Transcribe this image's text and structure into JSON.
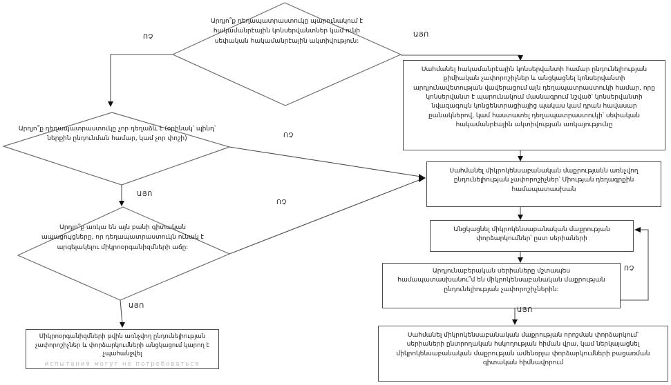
{
  "edge_labels": {
    "yes": "ԱՅՈ",
    "no": "ՈՉ"
  },
  "decisions": {
    "d1": "Արդյո՞ք դեղապատրաստուկը պարունակում է հակամանրէային կոնսերվանտներ կամ ունի սեփական հակամանրէային ակտիվություն:",
    "d2": "Արդյո՞ք դեղապատրաստուկը չոր դեղաձև է (օրինակ՝ պինդ՝ ներքին ընդունման համար, կամ չոր փոշի)",
    "d3": "Արդյո՞ք առկա են այն բանի գիտական ապացույցները, որ դեղապատրաստուկն ունակ է արգելակելու միկրոօրգանիզմների աճը:",
    "d4": "Արդյունաբերական սերիաները մշտապես համապատասխանու՞մ են միկրոկենսաբանական մաքրության ընդունելիության չափորոշիչներին:"
  },
  "processes": {
    "p1": "Սահմանել հակամանրէային կոնսերվանտի համար ընդունելիության քիմիական չափորոշիչներ և անցկացնել կոնսերվանտի արդյունավետության վավերացում այն դեղապատրաստուկի համար, որը կոնսերվանտ է պարունակում մասնագրում նշված՝ կոնսերվանտի նվազագույն կոնցենտրացիայից պակաս կամ դրան հավասար քանակներով, կամ հաստատել դեղապատրաստուկի՝ սեփական հակամանրէային ակտիվության առկայությունը",
    "p2": "Սահմանել միկրոկենսաբանական մաքրությանն առնչվող ընդունելիության չափորոշիչներ՝ Միության դեղագրքին համապատասխան",
    "p3": "Անցկացնել միկրոկենսաբանական մաքրության փորձարկումներ՝ ըստ սերիաների",
    "p4": "Սահմանել միկրոկենսաբանական մաքրության որոշման փորձարկում՝ սերիաների ընտրողական հսկողության հիման վրա, կամ ներկայացնել միկրոկենսաբանական մաքրության ամենօրյա փորձարկումների բացառման գիտական հիմնավորում",
    "p_left": "Միկրոօրգանիզմների թվին առնչվող ընդունելիության չափորոշիչներ և փորձարկումների անցկացում կարող է չպահանջվել",
    "p_left_note": "испытания могут не потребоваться"
  },
  "colors": {
    "background": "#ffffff",
    "shape_stroke": "#6e6e6e",
    "connector": "#4f4f4f",
    "arrowhead": "#111111",
    "text": "#1a1a1a",
    "faint_note": "#b8b8b8"
  }
}
